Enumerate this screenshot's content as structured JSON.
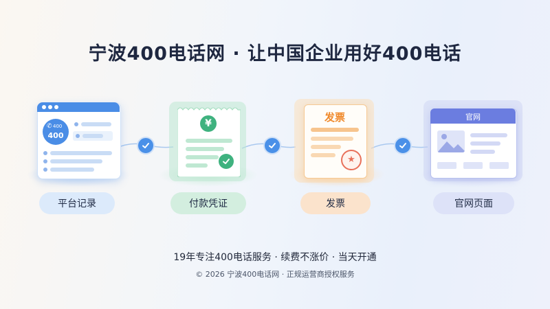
{
  "page": {
    "title": "宁波400电话网 · 让中国企业用好400电话",
    "tagline": "19年专注400电话服务 · 续费不涨价 · 当天开通",
    "footer": "© 2026  宁波400电话网 · 正规运营商授权服务"
  },
  "steps": [
    {
      "label": "平台记录",
      "icon": "platform-record-icon",
      "badge_small": "400",
      "badge_big": "400"
    },
    {
      "label": "付款凭证",
      "icon": "payment-receipt-icon",
      "currency": "¥"
    },
    {
      "label": "发票",
      "icon": "invoice-icon",
      "doc_title": "发票"
    },
    {
      "label": "官网页面",
      "icon": "website-page-icon",
      "header_text": "官网"
    }
  ],
  "colors": {
    "blue": "#4a8de6",
    "green": "#3fb27f",
    "orange": "#f2a44a",
    "purple": "#6b7de0",
    "check": "#4a90e8"
  }
}
